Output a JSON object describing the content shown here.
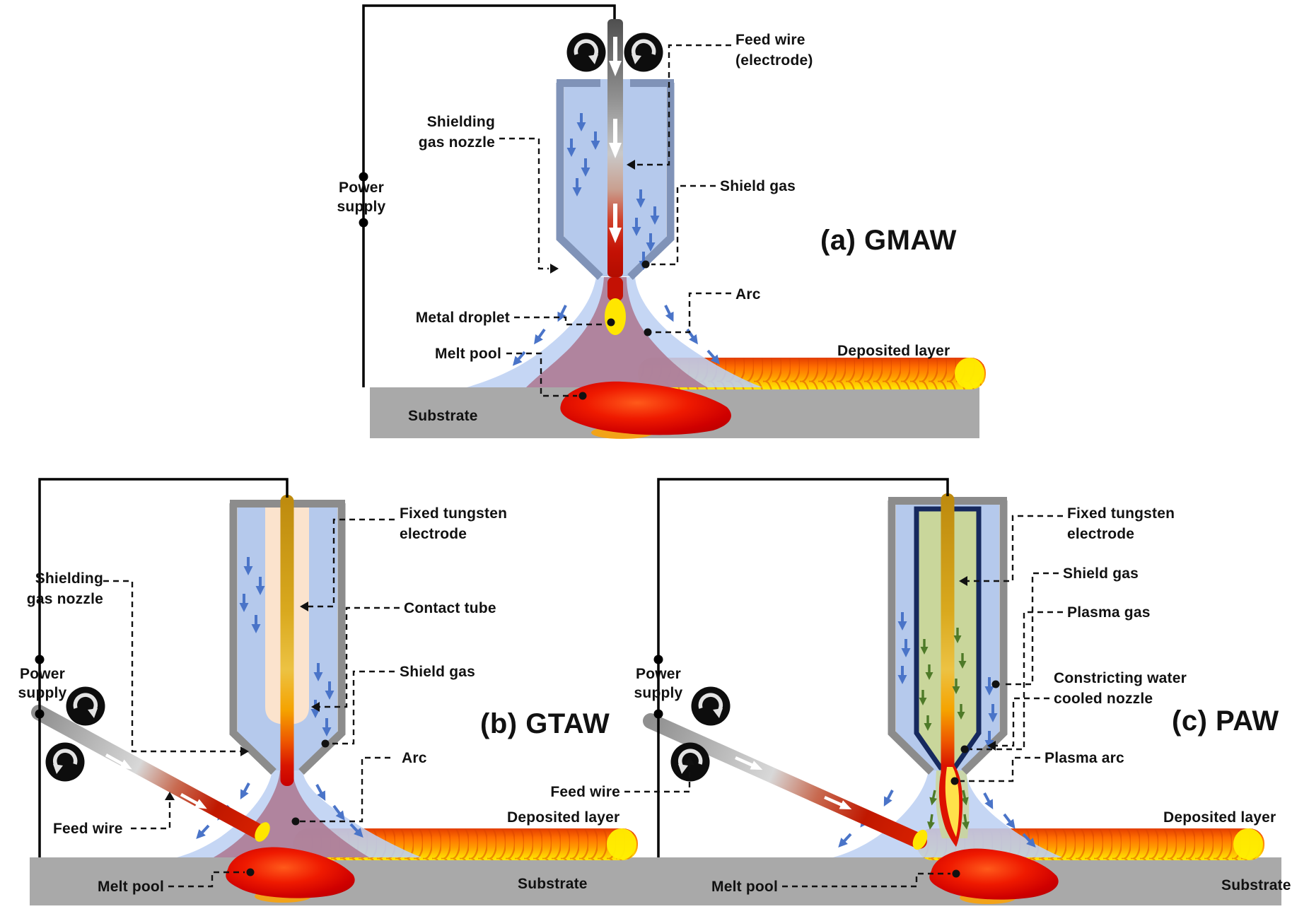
{
  "figure": {
    "description": "Wire arc additive manufacturing / arc welding process schematics"
  },
  "colors": {
    "torch_border_blue": "#8093b8",
    "torch_border_gray": "#8c8c8c",
    "torch_fill_blue": "#b5c9ec",
    "contact_tube_peach": "#fbe3cd",
    "electrode_gold": "#d9a91e",
    "plasma_chamber_green": "#c9d69b",
    "plasma_border_navy": "#16295e",
    "substrate_gray": "#a9a9a9",
    "melt_pool_red": "#d40000",
    "bead_orange": "#ff8800",
    "droplet_yellow": "#ffe600",
    "arc_mauve": "#ad7b95",
    "gas_arrow_blue": "#4a74c8",
    "plasma_arrow_green": "#4e7a28",
    "callout_black": "#111111"
  },
  "panels": {
    "gmaw": {
      "title": "(a) GMAW",
      "labels": {
        "feed_wire": "Feed wire\n(electrode)",
        "shielding_gas_nozzle": "Shielding\ngas nozzle",
        "power_supply": "Power\nsupply",
        "shield_gas": "Shield gas",
        "arc": "Arc",
        "metal_droplet": "Metal droplet",
        "melt_pool": "Melt pool",
        "deposited_layer": "Deposited layer",
        "substrate": "Substrate"
      }
    },
    "gtaw": {
      "title": "(b) GTAW",
      "labels": {
        "fixed_tungsten_electrode": "Fixed tungsten\nelectrode",
        "contact_tube": "Contact tube",
        "shield_gas": "Shield gas",
        "shielding_gas_nozzle": "Shielding\ngas nozzle",
        "power_supply": "Power\nsupply",
        "feed_wire": "Feed wire",
        "arc": "Arc",
        "melt_pool": "Melt pool",
        "deposited_layer": "Deposited layer",
        "substrate": "Substrate"
      }
    },
    "paw": {
      "title": "(c) PAW",
      "labels": {
        "fixed_tungsten_electrode": "Fixed tungsten\nelectrode",
        "shield_gas": "Shield gas",
        "plasma_gas": "Plasma gas",
        "constricting_nozzle": "Constricting water\ncooled nozzle",
        "plasma_arc": "Plasma arc",
        "power_supply": "Power\nsupply",
        "feed_wire": "Feed wire",
        "melt_pool": "Melt pool",
        "deposited_layer": "Deposited layer",
        "substrate": "Substrate"
      }
    }
  }
}
